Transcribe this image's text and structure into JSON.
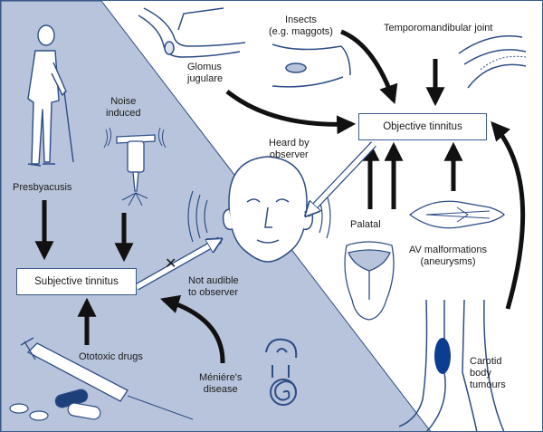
{
  "colors": {
    "subjective_region": "#b8c4dc",
    "outline": "#2d4d86",
    "arrow": "#111111",
    "cyst": "#0d3d91"
  },
  "labels": {
    "subjective_box": "Subjective tinnitus",
    "objective_box": "Objective tinnitus",
    "presbyacusis": "Presbyacusis",
    "noise_induced": "Noise\ninduced",
    "ototoxic": "Ototoxic drugs",
    "menieres": "Méniére's\ndisease",
    "not_audible": "Not audible\nto observer",
    "heard_by": "Heard by\nobserver",
    "glomus": "Glomus\njugulare",
    "insects": "Insects\n(e.g. maggots)",
    "tmj": "Temporomandibular joint",
    "palatal": "Palatal",
    "av": "AV malformations\n(aneurysms)",
    "carotid": "Carotid\nbody\ntumours",
    "cross_mark": "✕"
  },
  "icons": [
    "elderly-man-icon",
    "jackhammer-icon",
    "syringe-icon",
    "pills-icon",
    "cochlea-icon",
    "head-icon",
    "glomus-vessel-icon",
    "ear-canal-icon",
    "jaw-joint-icon",
    "tongue-palate-icon",
    "muscle-icon",
    "carotid-artery-icon"
  ]
}
